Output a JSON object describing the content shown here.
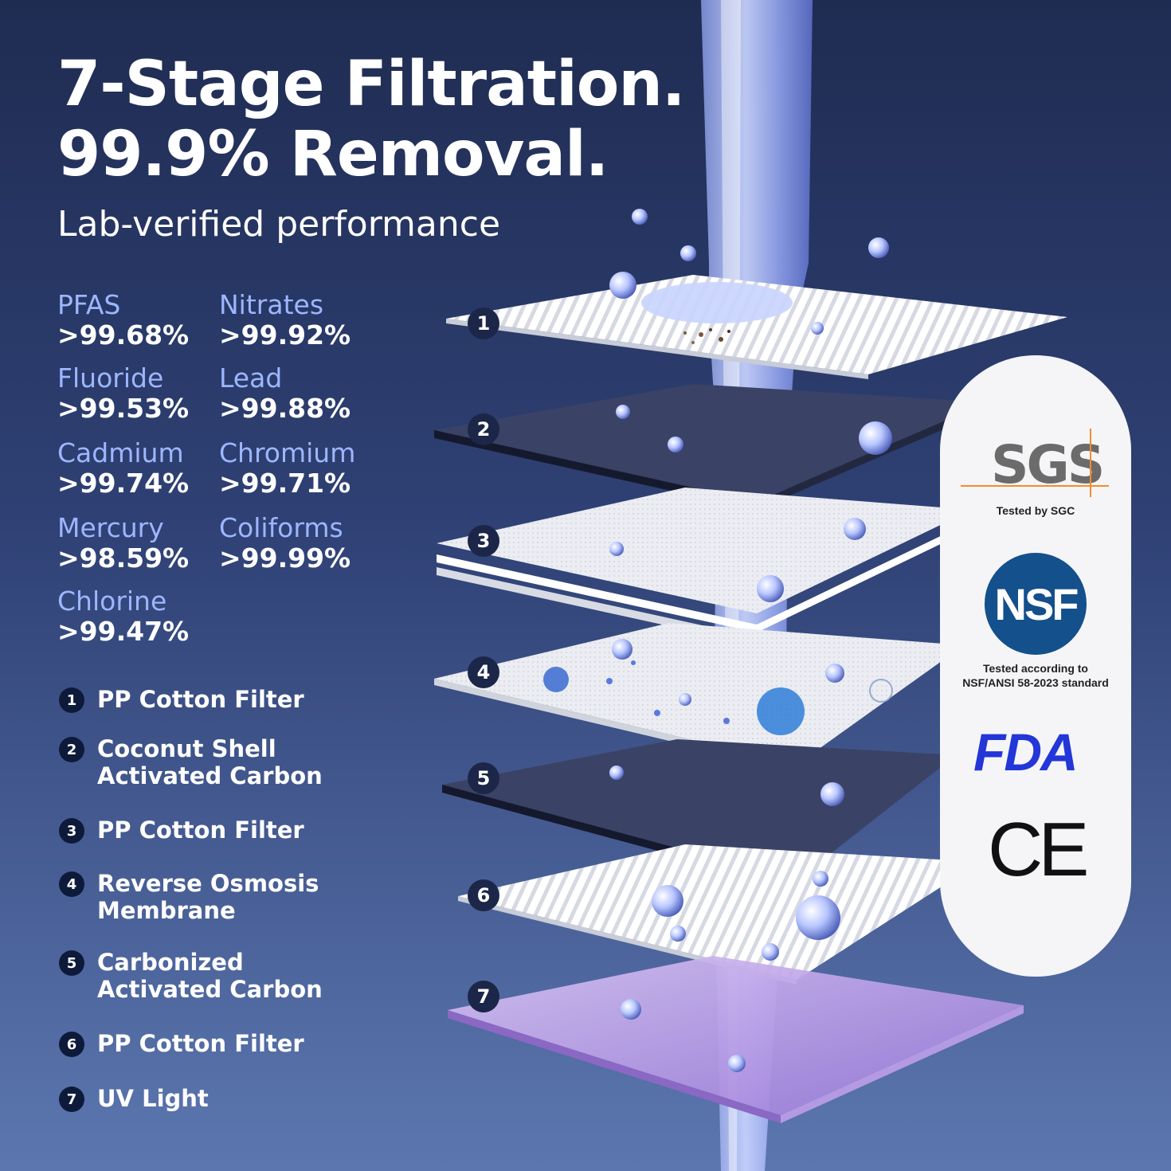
{
  "headline": {
    "line1": "7-Stage Filtration.",
    "line2": "99.9% Removal.",
    "subtitle": "Lab-verified performance"
  },
  "removal_stats": [
    {
      "name": "PFAS",
      "value": ">99.68%"
    },
    {
      "name": "Nitrates",
      "value": ">99.92%"
    },
    {
      "name": "Fluoride",
      "value": ">99.53%"
    },
    {
      "name": "Lead",
      "value": ">99.88%"
    },
    {
      "name": "Cadmium",
      "value": ">99.74%"
    },
    {
      "name": "Chromium",
      "value": ">99.71%"
    },
    {
      "name": "Mercury",
      "value": ">98.59%"
    },
    {
      "name": "Coliforms",
      "value": ">99.99%"
    },
    {
      "name": "Chlorine",
      "value": ">99.47%"
    }
  ],
  "stages": [
    {
      "num": "1",
      "label": "PP Cotton Filter"
    },
    {
      "num": "2",
      "label": "Coconut Shell Activated Carbon"
    },
    {
      "num": "3",
      "label": "PP Cotton Filter"
    },
    {
      "num": "4",
      "label": "Reverse Osmosis Membrane"
    },
    {
      "num": "5",
      "label": "Carbonized Activated Carbon"
    },
    {
      "num": "6",
      "label": "PP Cotton Filter"
    },
    {
      "num": "7",
      "label": "UV Light"
    }
  ],
  "certifications": {
    "sgs_logo": "SGS",
    "sgs_caption": "Tested by SGC",
    "nsf_logo": "NSF",
    "nsf_caption_1": "Tested according to",
    "nsf_caption_2": "NSF/ANSI 58-2023 standard",
    "fda_logo": "FDA",
    "ce_logo": "CE"
  },
  "colors": {
    "accent_label": "#9db6ff",
    "background_top": "#1f2c52",
    "background_bottom": "#5c77b0",
    "nsf_blue": "#13508c",
    "fda_blue": "#2336d8",
    "sgs_orange": "#f28d2c"
  }
}
